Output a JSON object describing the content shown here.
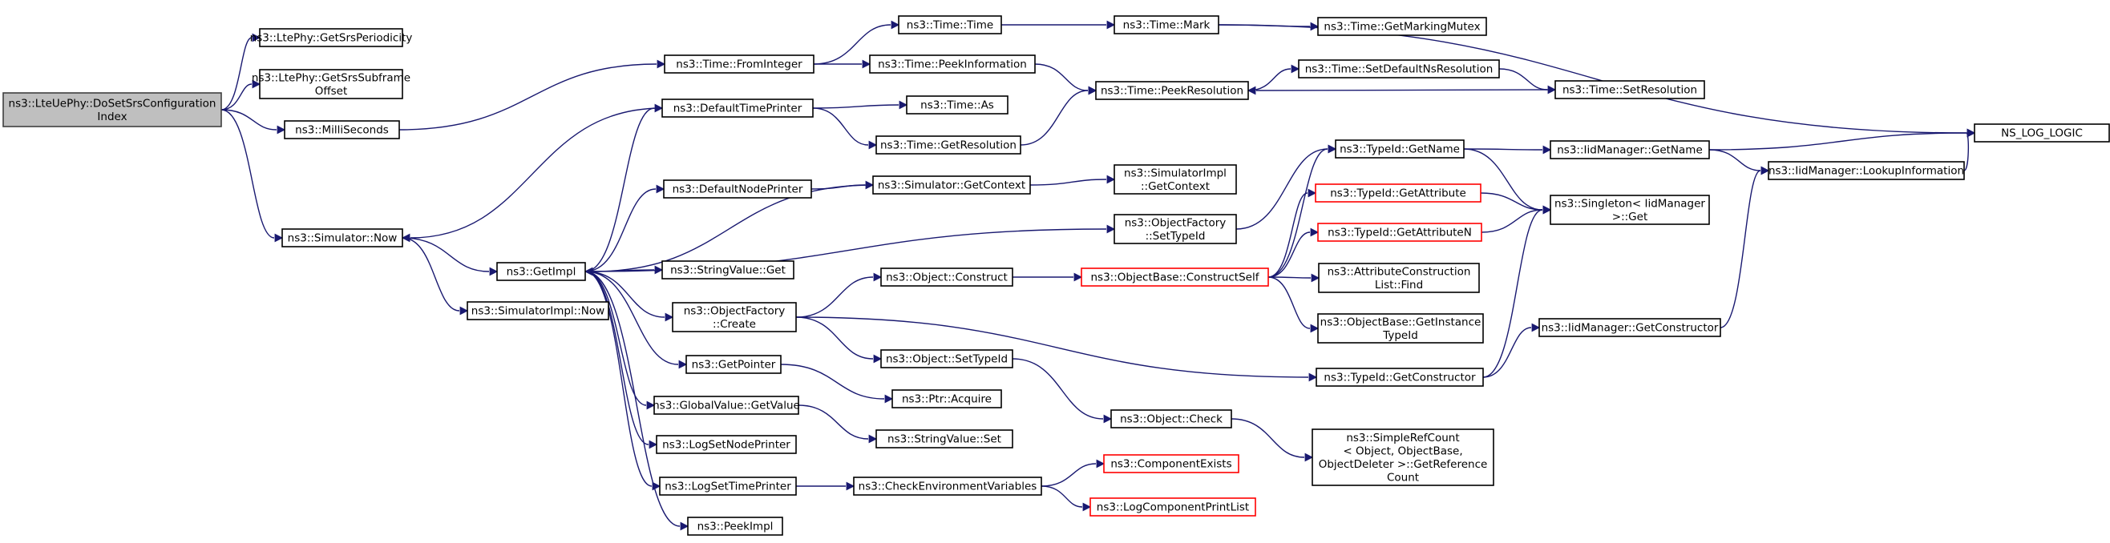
{
  "diagram": {
    "title": "",
    "colors": {
      "edge": "#191970",
      "root_fill": "#bfbfbf",
      "highlight_border": "#ff0000",
      "box_border": "#000000"
    },
    "nodes": {
      "root": {
        "lines": [
          "ns3::LteUePhy::DoSetSrsConfiguration",
          "Index"
        ],
        "root": true
      },
      "srsPeriodicity": {
        "lines": [
          "ns3::LtePhy::GetSrsPeriodicity"
        ]
      },
      "srsSubframeOffset": {
        "lines": [
          "ns3::LtePhy::GetSrsSubframe",
          "Offset"
        ]
      },
      "milliSeconds": {
        "lines": [
          "ns3::MilliSeconds"
        ]
      },
      "simulatorNow": {
        "lines": [
          "ns3::Simulator::Now"
        ]
      },
      "timeFromInteger": {
        "lines": [
          "ns3::Time::FromInteger"
        ]
      },
      "timeTime": {
        "lines": [
          "ns3::Time::Time"
        ]
      },
      "timeMark": {
        "lines": [
          "ns3::Time::Mark"
        ]
      },
      "getMarkingMutex": {
        "lines": [
          "ns3::Time::GetMarkingMutex"
        ]
      },
      "peekInformation": {
        "lines": [
          "ns3::Time::PeekInformation"
        ]
      },
      "peekResolution": {
        "lines": [
          "ns3::Time::PeekResolution"
        ]
      },
      "setDefaultNsResolution": {
        "lines": [
          "ns3::Time::SetDefaultNsResolution"
        ]
      },
      "setResolution": {
        "lines": [
          "ns3::Time::SetResolution"
        ]
      },
      "nsLogLogic": {
        "lines": [
          "NS_LOG_LOGIC"
        ]
      },
      "defaultTimePrinter": {
        "lines": [
          "ns3::DefaultTimePrinter"
        ]
      },
      "timeAs": {
        "lines": [
          "ns3::Time::As"
        ]
      },
      "timeGetResolution": {
        "lines": [
          "ns3::Time::GetResolution"
        ]
      },
      "defaultNodePrinter": {
        "lines": [
          "ns3::DefaultNodePrinter"
        ]
      },
      "simulatorGetContext": {
        "lines": [
          "ns3::Simulator::GetContext"
        ]
      },
      "simImplGetContext": {
        "lines": [
          "ns3::SimulatorImpl",
          "::GetContext"
        ]
      },
      "getImpl": {
        "lines": [
          "ns3::GetImpl"
        ]
      },
      "simImplNow": {
        "lines": [
          "ns3::SimulatorImpl::Now"
        ]
      },
      "objFactorySetTypeId": {
        "lines": [
          "ns3::ObjectFactory",
          "::SetTypeId"
        ]
      },
      "stringValueGet": {
        "lines": [
          "ns3::StringValue::Get"
        ]
      },
      "objFactoryCreate": {
        "lines": [
          "ns3::ObjectFactory",
          "::Create"
        ]
      },
      "objectConstruct": {
        "lines": [
          "ns3::Object::Construct"
        ]
      },
      "constructSelf": {
        "lines": [
          "ns3::ObjectBase::ConstructSelf"
        ],
        "red": true
      },
      "typeIdGetName": {
        "lines": [
          "ns3::TypeId::GetName"
        ]
      },
      "typeIdGetAttribute": {
        "lines": [
          "ns3::TypeId::GetAttribute"
        ],
        "red": true
      },
      "typeIdGetAttributeN": {
        "lines": [
          "ns3::TypeId::GetAttributeN"
        ],
        "red": true
      },
      "iidGetName": {
        "lines": [
          "ns3::IidManager::GetName"
        ]
      },
      "lookupInformation": {
        "lines": [
          "ns3::IidManager::LookupInformation"
        ]
      },
      "singletonGet": {
        "lines": [
          "ns3::Singleton< IidManager",
          " >::Get"
        ]
      },
      "attrConstructionFind": {
        "lines": [
          "ns3::AttributeConstruction",
          "List::Find"
        ]
      },
      "getInstanceTypeId": {
        "lines": [
          "ns3::ObjectBase::GetInstance",
          "TypeId"
        ]
      },
      "iidGetConstructor": {
        "lines": [
          "ns3::IidManager::GetConstructor"
        ]
      },
      "typeIdGetConstructor": {
        "lines": [
          "ns3::TypeId::GetConstructor"
        ]
      },
      "getPointer": {
        "lines": [
          "ns3::GetPointer"
        ]
      },
      "objectSetTypeId": {
        "lines": [
          "ns3::Object::SetTypeId"
        ]
      },
      "ptrAcquire": {
        "lines": [
          "ns3::Ptr::Acquire"
        ]
      },
      "globalValueGetValue": {
        "lines": [
          "ns3::GlobalValue::GetValue"
        ]
      },
      "stringValueSet": {
        "lines": [
          "ns3::StringValue::Set"
        ]
      },
      "objectCheck": {
        "lines": [
          "ns3::Object::Check"
        ]
      },
      "simpleRefCount": {
        "lines": [
          "ns3::SimpleRefCount",
          "< Object, ObjectBase,",
          " ObjectDeleter >::GetReference",
          "Count"
        ]
      },
      "logSetNodePrinter": {
        "lines": [
          "ns3::LogSetNodePrinter"
        ]
      },
      "logSetTimePrinter": {
        "lines": [
          "ns3::LogSetTimePrinter"
        ]
      },
      "checkEnvVars": {
        "lines": [
          "ns3::CheckEnvironmentVariables"
        ]
      },
      "componentExists": {
        "lines": [
          "ns3::ComponentExists"
        ],
        "red": true
      },
      "logComponentPrintList": {
        "lines": [
          "ns3::LogComponentPrintList"
        ],
        "red": true
      },
      "peekImpl": {
        "lines": [
          "ns3::PeekImpl"
        ]
      }
    },
    "edges": [
      [
        "root",
        "srsPeriodicity"
      ],
      [
        "root",
        "srsSubframeOffset"
      ],
      [
        "root",
        "milliSeconds"
      ],
      [
        "root",
        "simulatorNow"
      ],
      [
        "milliSeconds",
        "timeFromInteger"
      ],
      [
        "timeFromInteger",
        "timeTime"
      ],
      [
        "timeFromInteger",
        "peekInformation"
      ],
      [
        "timeTime",
        "timeMark"
      ],
      [
        "timeMark",
        "getMarkingMutex"
      ],
      [
        "timeMark",
        "nsLogLogic"
      ],
      [
        "peekInformation",
        "peekResolution"
      ],
      [
        "peekResolution",
        "setDefaultNsResolution"
      ],
      [
        "setDefaultNsResolution",
        "setResolution"
      ],
      [
        "setResolution",
        "peekResolution"
      ],
      [
        "defaultTimePrinter",
        "simulatorNow"
      ],
      [
        "defaultTimePrinter",
        "timeAs"
      ],
      [
        "defaultTimePrinter",
        "timeGetResolution"
      ],
      [
        "timeGetResolution",
        "peekResolution"
      ],
      [
        "simulatorNow",
        "getImpl"
      ],
      [
        "simulatorNow",
        "simImplNow"
      ],
      [
        "getImpl",
        "defaultTimePrinter"
      ],
      [
        "getImpl",
        "defaultNodePrinter"
      ],
      [
        "getImpl",
        "objFactorySetTypeId"
      ],
      [
        "getImpl",
        "stringValueGet"
      ],
      [
        "getImpl",
        "objFactoryCreate"
      ],
      [
        "getImpl",
        "getPointer"
      ],
      [
        "getImpl",
        "globalValueGetValue"
      ],
      [
        "getImpl",
        "logSetNodePrinter"
      ],
      [
        "getImpl",
        "logSetTimePrinter"
      ],
      [
        "getImpl",
        "peekImpl"
      ],
      [
        "simulatorGetContext",
        "getImpl"
      ],
      [
        "defaultNodePrinter",
        "simulatorGetContext"
      ],
      [
        "simulatorGetContext",
        "simImplGetContext"
      ],
      [
        "objFactorySetTypeId",
        "typeIdGetName"
      ],
      [
        "objFactoryCreate",
        "objectConstruct"
      ],
      [
        "objFactoryCreate",
        "objectSetTypeId"
      ],
      [
        "objFactoryCreate",
        "typeIdGetConstructor"
      ],
      [
        "objectConstruct",
        "constructSelf"
      ],
      [
        "constructSelf",
        "typeIdGetName"
      ],
      [
        "constructSelf",
        "typeIdGetAttribute"
      ],
      [
        "constructSelf",
        "typeIdGetAttributeN"
      ],
      [
        "constructSelf",
        "attrConstructionFind"
      ],
      [
        "constructSelf",
        "getInstanceTypeId"
      ],
      [
        "typeIdGetName",
        "iidGetName"
      ],
      [
        "typeIdGetName",
        "singletonGet"
      ],
      [
        "typeIdGetAttribute",
        "singletonGet"
      ],
      [
        "typeIdGetAttributeN",
        "singletonGet"
      ],
      [
        "iidGetName",
        "lookupInformation"
      ],
      [
        "iidGetName",
        "nsLogLogic"
      ],
      [
        "lookupInformation",
        "nsLogLogic"
      ],
      [
        "typeIdGetConstructor",
        "singletonGet"
      ],
      [
        "typeIdGetConstructor",
        "iidGetConstructor"
      ],
      [
        "iidGetConstructor",
        "lookupInformation"
      ],
      [
        "getPointer",
        "ptrAcquire"
      ],
      [
        "globalValueGetValue",
        "stringValueSet"
      ],
      [
        "objectSetTypeId",
        "objectCheck"
      ],
      [
        "objectCheck",
        "simpleRefCount"
      ],
      [
        "logSetTimePrinter",
        "checkEnvVars"
      ],
      [
        "checkEnvVars",
        "componentExists"
      ],
      [
        "checkEnvVars",
        "logComponentPrintList"
      ]
    ]
  }
}
